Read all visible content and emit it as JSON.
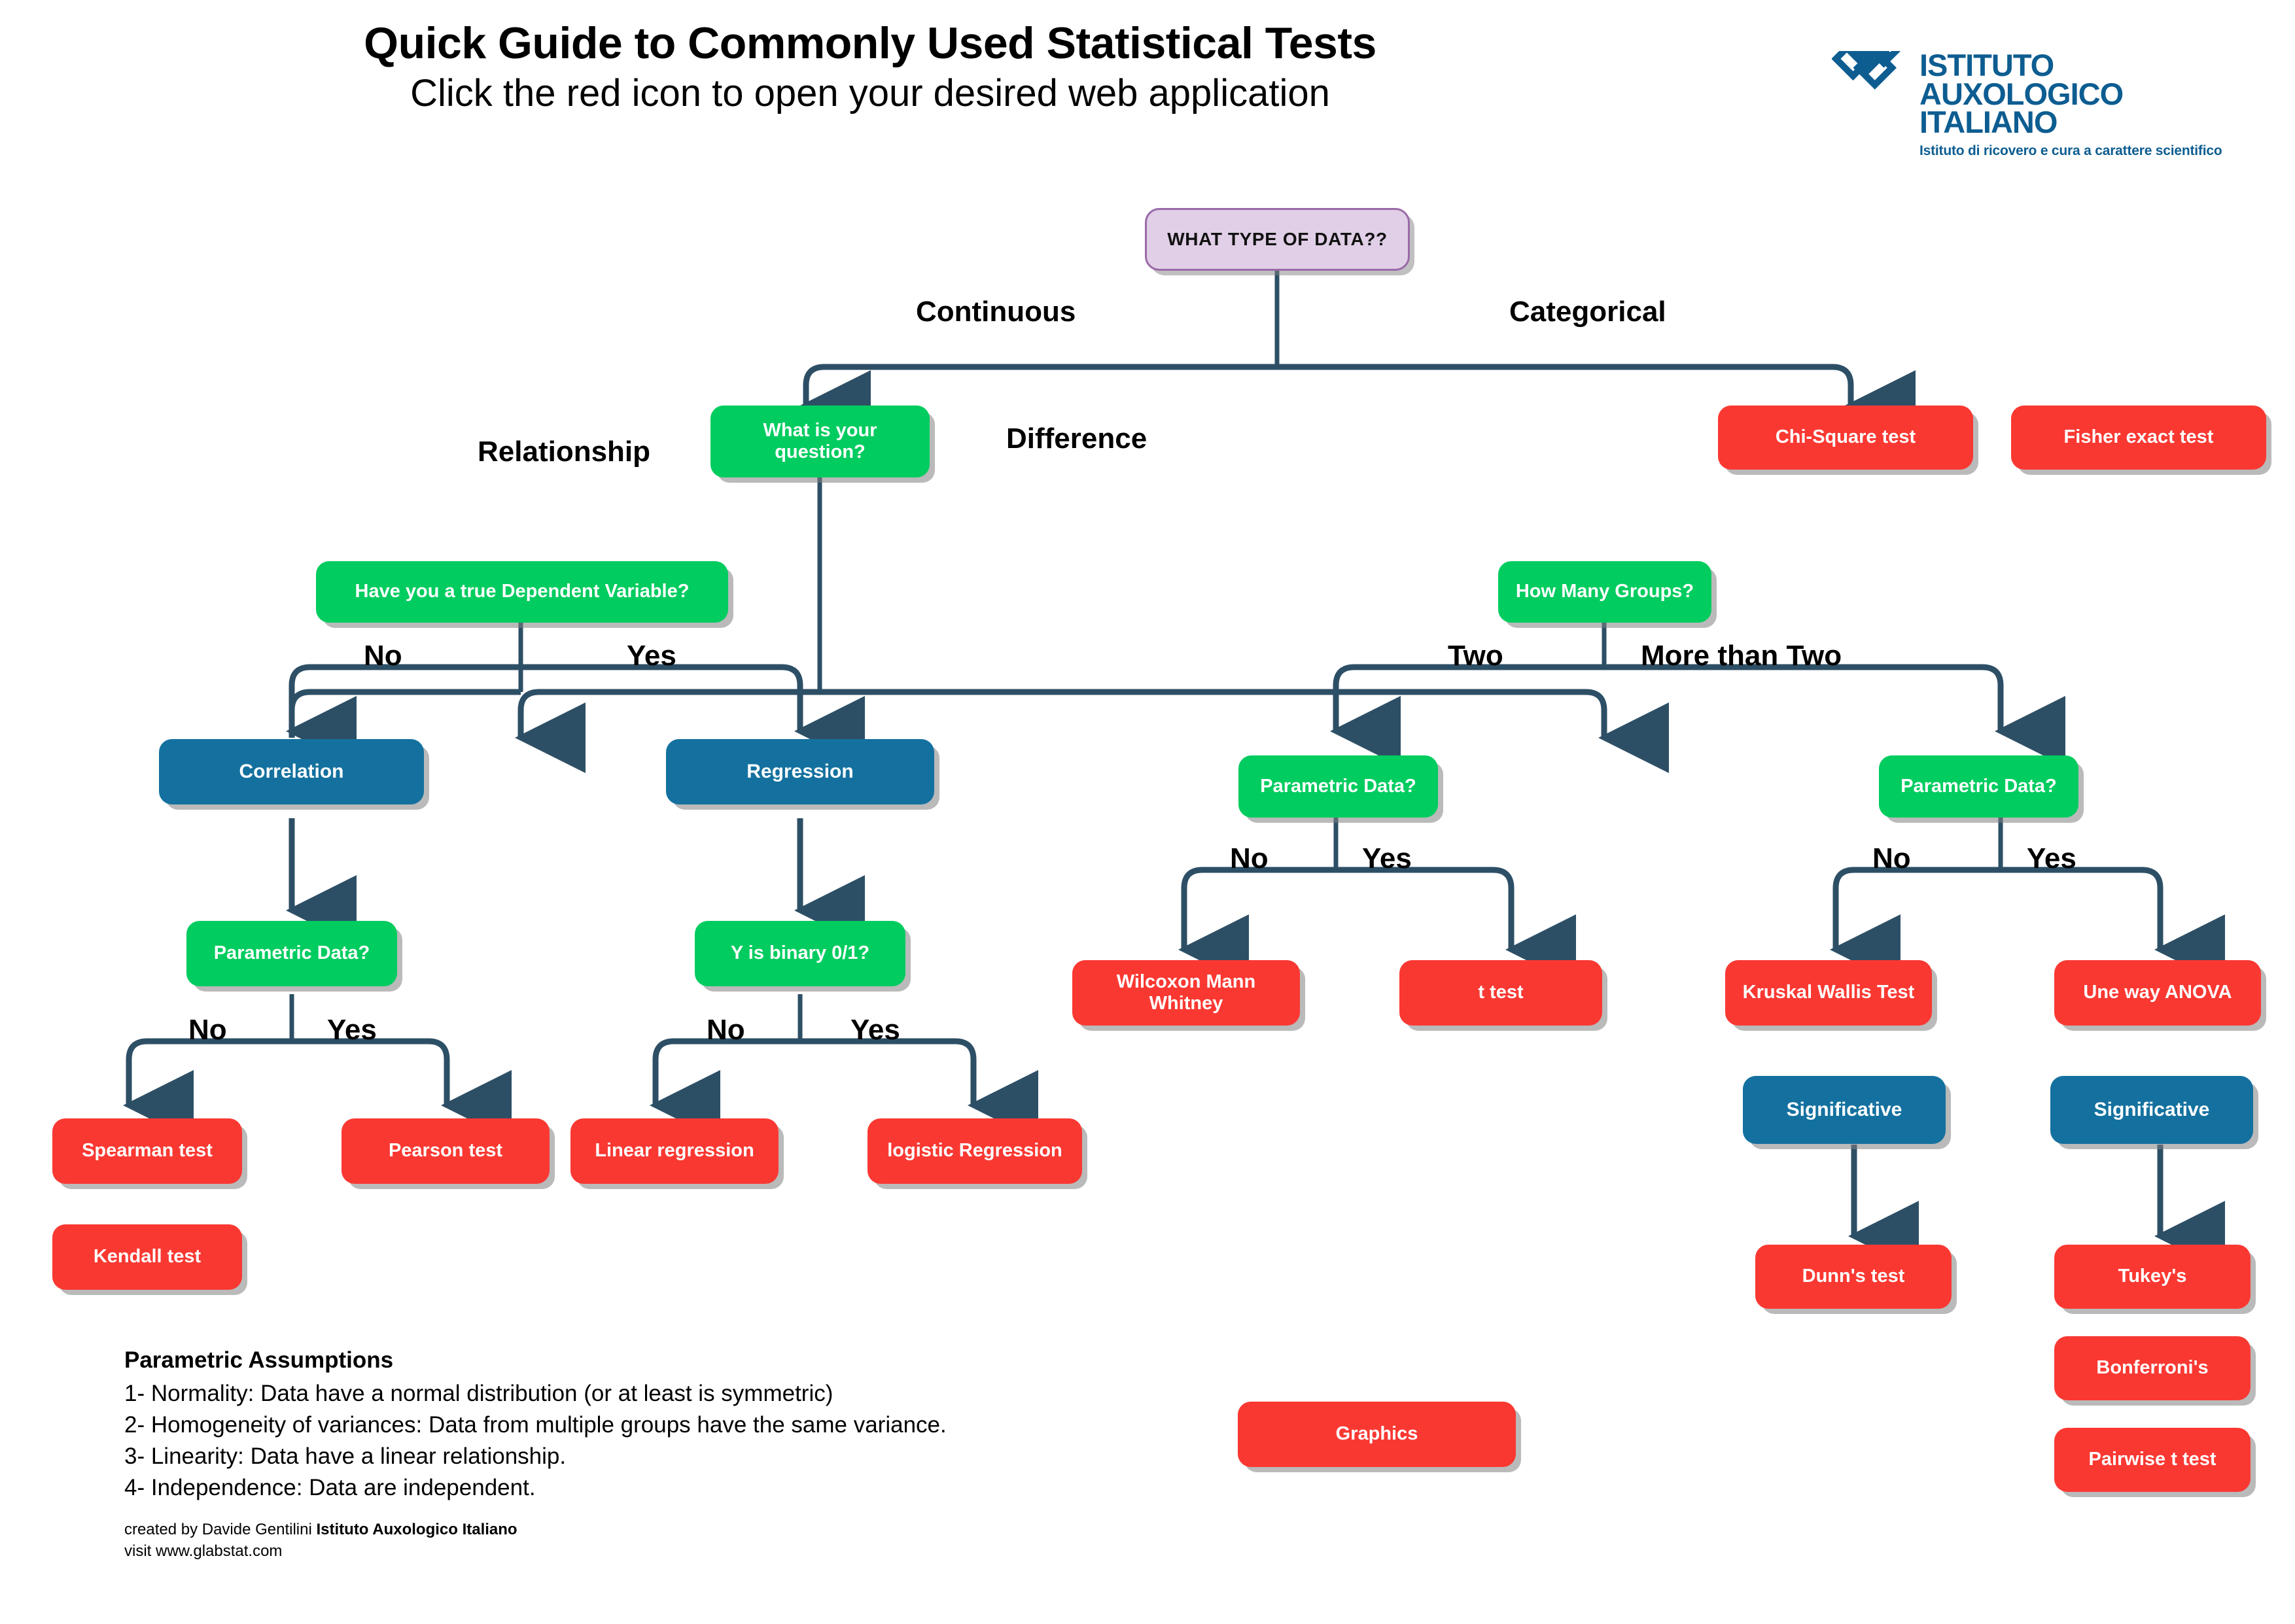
{
  "header": {
    "title": "Quick Guide to Commonly Used Statistical Tests",
    "subtitle": "Click the red icon to open your desired web application"
  },
  "logo": {
    "line1": "ISTITUTO",
    "line2": "AUXOLOGICO",
    "line3": "ITALIANO",
    "tagline": "Istituto di ricovero e cura a carattere scientifico",
    "color": "#0d5d91",
    "mark": "diamond-cross-logo"
  },
  "colors": {
    "green": "#00cc5f",
    "red": "#fa3832",
    "blue": "#14719f",
    "purple_fill": "#e0cfe6",
    "purple_border": "#9a6aa8",
    "connector": "#2d4f66",
    "text_on_fill": "#ffffff",
    "text_dark": "#000000"
  },
  "nodes": {
    "root": "WHAT TYPE OF DATA??",
    "question": "What is your question?",
    "dependent_variable": "Have you a true Dependent Variable?",
    "how_many_groups": "How Many Groups?",
    "correlation": "Correlation",
    "regression": "Regression",
    "parametric_corr": "Parametric Data?",
    "y_binary": "Y is binary 0/1?",
    "parametric_two": "Parametric Data?",
    "parametric_more": "Parametric Data?",
    "chi_square": "Chi-Square test",
    "fisher": "Fisher exact test",
    "spearman": "Spearman test",
    "kendall": "Kendall test",
    "pearson": "Pearson test",
    "linear_regression": "Linear regression",
    "logistic_regression": "logistic Regression",
    "wilcoxon": "Wilcoxon Mann Whitney",
    "t_test": "t test",
    "kruskal": "Kruskal Wallis Test",
    "anova": "Une way ANOVA",
    "significative_left": "Significative",
    "significative_right": "Significative",
    "dunn": "Dunn's test",
    "tukey": "Tukey's",
    "bonferroni": "Bonferroni's",
    "pairwise": "Pairwise t test",
    "graphics": "Graphics"
  },
  "edge_labels": {
    "continuous": "Continuous",
    "categorical": "Categorical",
    "relationship": "Relationship",
    "difference": "Difference",
    "dv_no": "No",
    "dv_yes": "Yes",
    "groups_two": "Two",
    "groups_more": "More than Two",
    "corr_no": "No",
    "corr_yes": "Yes",
    "reg_no": "No",
    "reg_yes": "Yes",
    "two_no": "No",
    "two_yes": "Yes",
    "more_no": "No",
    "more_yes": "Yes"
  },
  "notes": {
    "title": "Parametric Assumptions",
    "lines": [
      "1- Normality: Data have a normal distribution (or at least is symmetric)",
      "2- Homogeneity of variances: Data from multiple groups have the same variance.",
      "3- Linearity: Data have a linear relationship.",
      "4- Independence: Data are independent."
    ]
  },
  "credits": {
    "created_prefix": "created by Davide Gentilini ",
    "created_org": "Istituto Auxologico Italiano",
    "visit": "visit  www.glabstat.com"
  }
}
